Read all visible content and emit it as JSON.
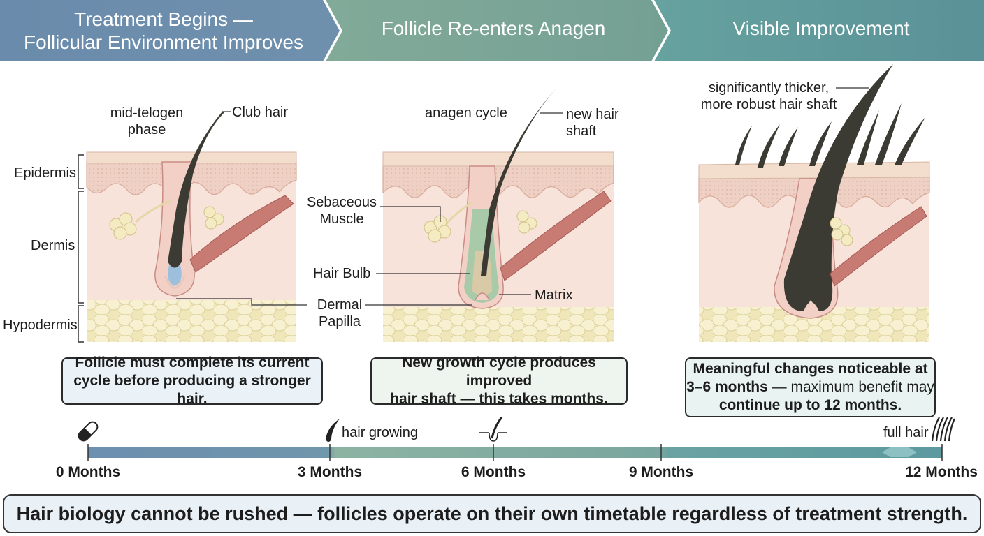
{
  "stages": [
    {
      "title_line1": "Treatment Begins —",
      "title_line2": "Follicular Environment Improves"
    },
    {
      "title": "Follicle Re-enters Anagen"
    },
    {
      "title": "Visible Improvement"
    }
  ],
  "colors": {
    "stage1": "#6f8fae",
    "stage2": "#7fa898",
    "stage3": "#5e9a9c",
    "skin": "#f6dfd6",
    "fat": "#f3ecc6",
    "hair": "#3b3a33",
    "muscle": "#c77b73",
    "callout_blue": "#eaf2f8",
    "callout_green": "#edf5ee",
    "callout_teal": "#e8f3f2"
  },
  "panel1": {
    "layers": {
      "epidermis": "Epidermis",
      "dermis": "Dermis",
      "hypodermis": "Hypodermis"
    },
    "phase_line1": "mid-telogen",
    "phase_line2": "phase",
    "club_hair": "Club hair",
    "callout_line1": "Follicle must complete its current",
    "callout_line2": "cycle before producing a stronger hair."
  },
  "panel2": {
    "phase": "anagen cycle",
    "new_hair_line1": "new hair",
    "new_hair_line2": "shaft",
    "sebaceous": "Sebaceous",
    "muscle": "Muscle",
    "hair_bulb": "Hair Bulb",
    "matrix": "Matrix",
    "dermal_line1": "Dermal",
    "dermal_line2": "Papilla",
    "callout_line1": "New growth cycle produces improved",
    "callout_line2": "hair shaft — this takes months."
  },
  "panel3": {
    "label_line1": "significantly thicker,",
    "label_line2": "more robust hair shaft",
    "callout_line1": "Meaningful changes noticeable at",
    "callout_line2_bold": "3–6 months",
    "callout_line2_rest": " — maximum benefit may",
    "callout_line3": "continue up to 12 months."
  },
  "timeline": {
    "ticks": [
      "0 Months",
      "3 Months",
      "6 Months",
      "9 Months",
      "12 Months"
    ],
    "hair_growing": "hair growing",
    "full_hair": "full hair",
    "icons": [
      "pill-icon",
      "sprouting-hair-icon",
      "hair-follicle-icon",
      "full-hair-icon"
    ]
  },
  "footer": "Hair biology cannot be rushed — follicles operate on their own timetable regardless of treatment strength."
}
